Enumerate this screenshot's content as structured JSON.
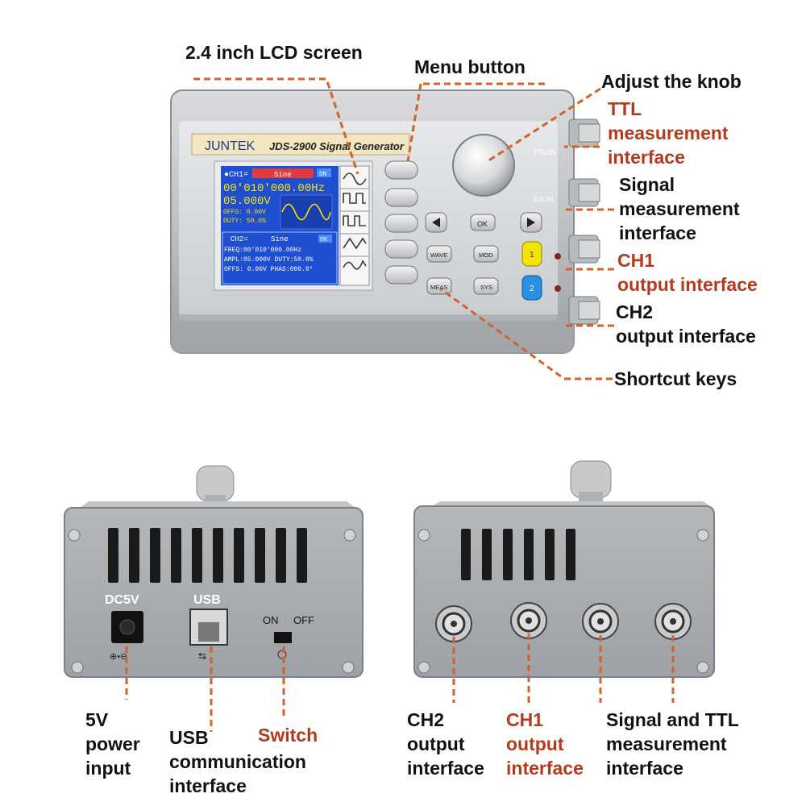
{
  "front_panel": {
    "brand": "JUNTEK",
    "model_title": "JDS-2900 Signal Generator",
    "lcd": {
      "ch1_tag": "●CH1=",
      "ch1_wave": "Sine",
      "ch1_on": "ON",
      "ch1_freq": "00'010'000.00Hz",
      "ch1_ampl": "05.000V",
      "ch1_offs": "OFFS: 0.00V",
      "ch1_duty": "DUTY: 50.0%",
      "ch2_tag": "CH2=",
      "ch2_wave": "Sine",
      "ch2_on": "ON",
      "ch2_freq": "FREQ:00'010'000.00Hz",
      "ch2_ampl": "AMPL:05.000V DUTY:50.0%",
      "ch2_offs": "OFFS: 0.00V PHAS:000.0°"
    },
    "buttons": {
      "ok": "OK",
      "wave": "WAVE",
      "mod": "MOD",
      "meas": "MEAS",
      "sys": "SYS",
      "ch1": "1",
      "ch2": "2"
    },
    "side_marks": {
      "ttl_in": "TTL/IN",
      "ext_in": "Ext.IN"
    }
  },
  "back_panel": {
    "dc_label": "DC5V",
    "usb_label": "USB",
    "on_label": "ON",
    "off_label": "OFF"
  },
  "callouts": {
    "lcd_screen": "2.4 inch LCD screen",
    "menu_button": "Menu button",
    "adjust_knob": "Adjust the knob",
    "ttl_interface": "TTL\nmeasurement\ninterface",
    "signal_interface": "Signal\nmeasurement\ninterface",
    "ch1_interface": "CH1\noutput interface",
    "ch2_interface": "CH2\noutput interface",
    "shortcut_keys": "Shortcut keys",
    "power_input": "5V\npower\ninput",
    "usb_interface": "USB\ncommunication\ninterface",
    "switch": "Switch",
    "rear_ch2": "CH2\noutput\ninterface",
    "rear_ch1": "CH1\noutput\ninterface",
    "rear_signal_ttl": "Signal and TTL\nmeasurement\ninterface"
  },
  "colors": {
    "accent_red": "#b33a1c",
    "leader_orange": "#d4622a",
    "body_silver": "#b9bcbf",
    "lcd_blue": "#1f4fd0"
  }
}
